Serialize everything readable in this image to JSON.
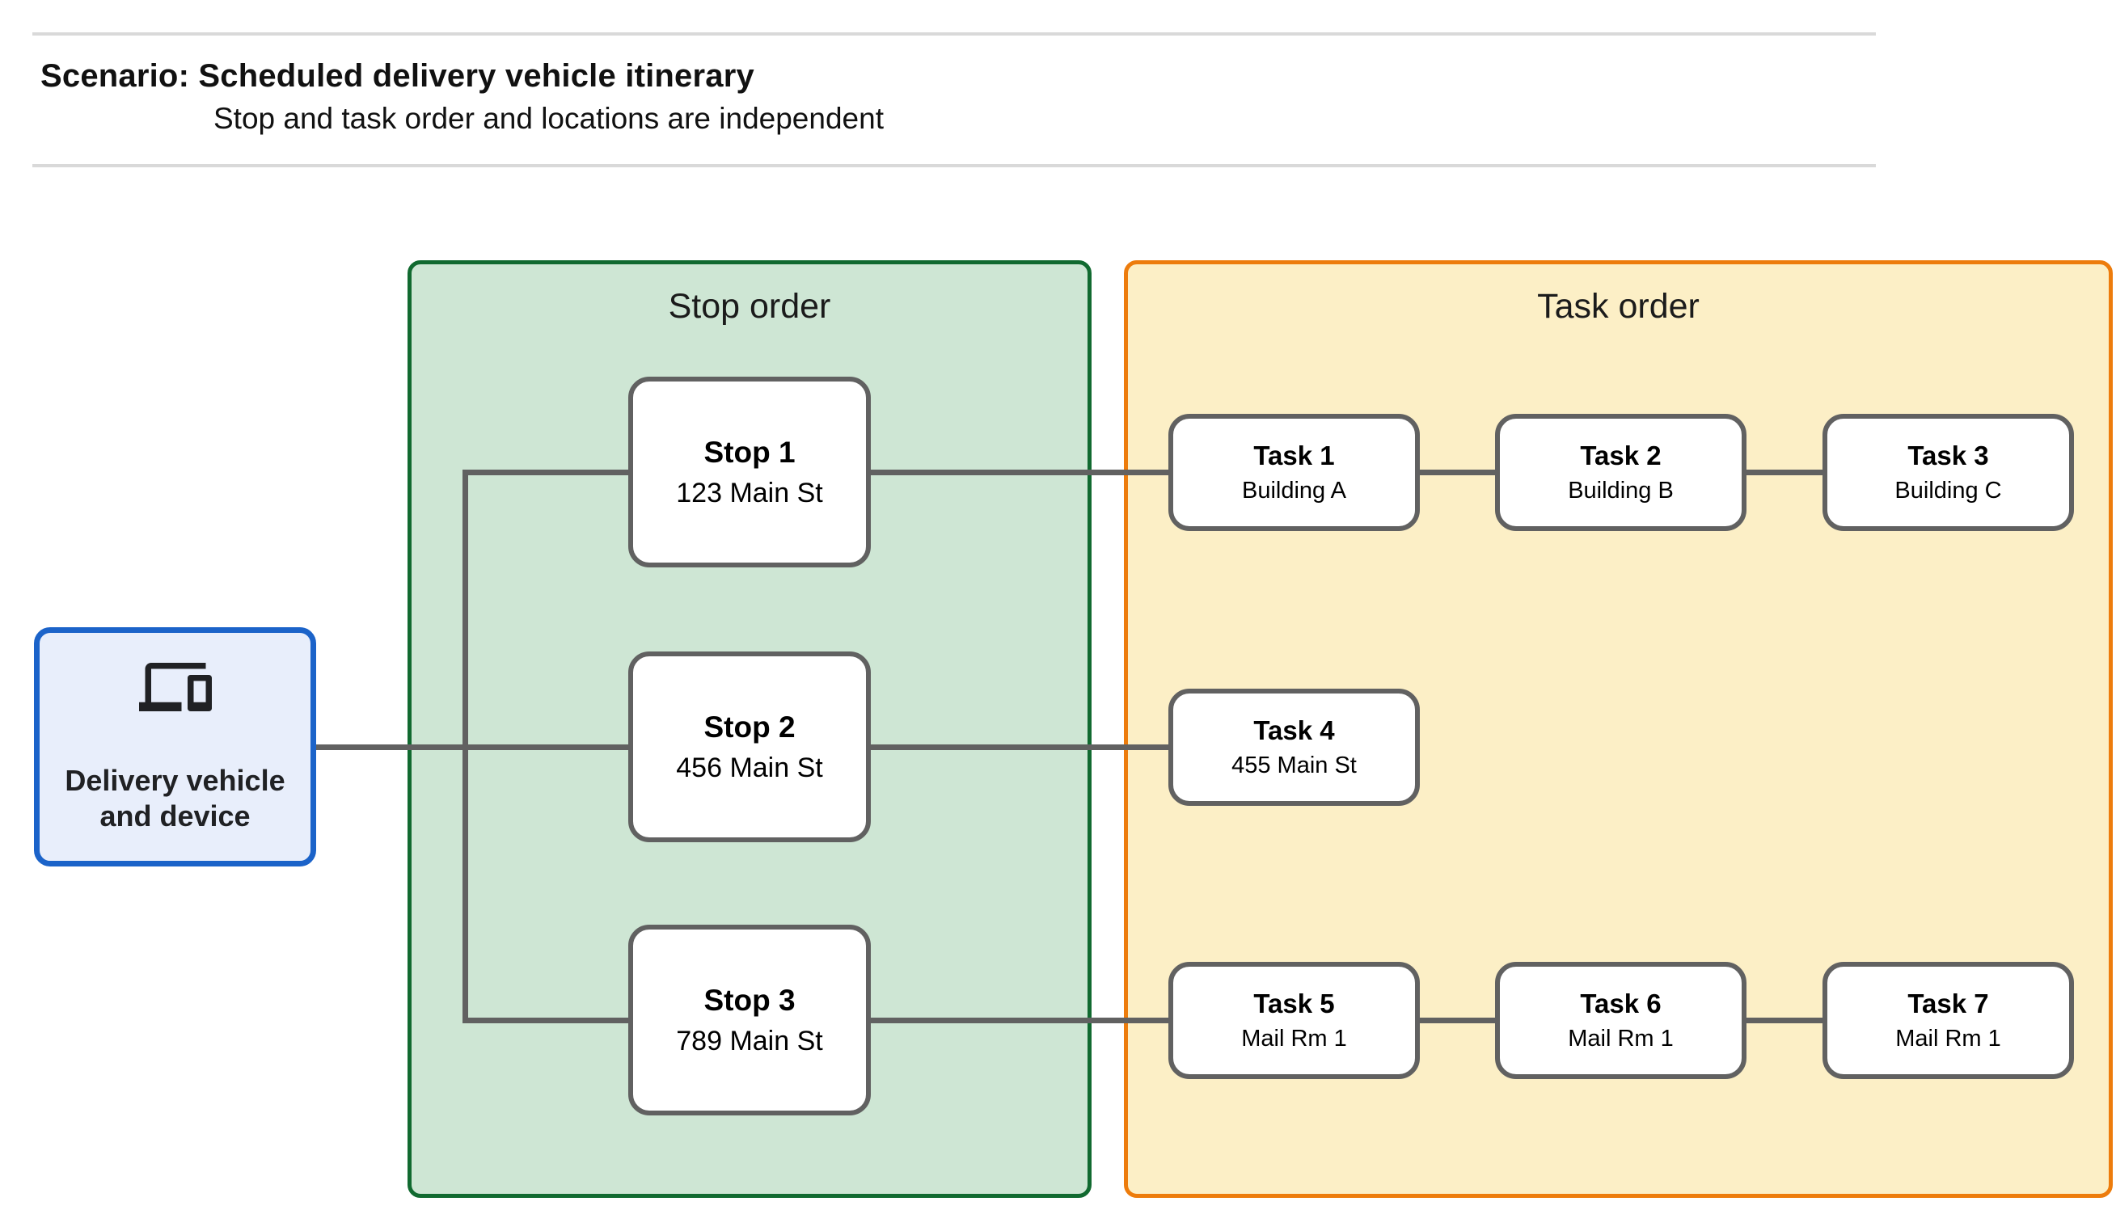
{
  "header": {
    "title": "Scenario: Scheduled delivery vehicle itinerary",
    "subtitle": "Stop and task order and locations are independent"
  },
  "vehicle": {
    "label_line1": "Delivery vehicle",
    "label_line2": "and device",
    "icon": "devices-icon"
  },
  "stop_panel": {
    "title": "Stop order",
    "stops": [
      {
        "title": "Stop 1",
        "subtitle": "123 Main St"
      },
      {
        "title": "Stop 2",
        "subtitle": "456 Main St"
      },
      {
        "title": "Stop 3",
        "subtitle": "789 Main St"
      }
    ]
  },
  "task_panel": {
    "title": "Task order",
    "tasks": [
      {
        "title": "Task 1",
        "subtitle": "Building A"
      },
      {
        "title": "Task 2",
        "subtitle": "Building B"
      },
      {
        "title": "Task 3",
        "subtitle": "Building C"
      },
      {
        "title": "Task 4",
        "subtitle": "455 Main St"
      },
      {
        "title": "Task 5",
        "subtitle": "Mail Rm 1"
      },
      {
        "title": "Task 6",
        "subtitle": "Mail Rm 1"
      },
      {
        "title": "Task 7",
        "subtitle": "Mail Rm 1"
      }
    ]
  },
  "colors": {
    "stop-panel-fill": "#cee6d4",
    "stop-panel-border": "#116a30",
    "task-panel-fill": "#fcefc6",
    "task-panel-border": "#ed7c0c",
    "vehicle-fill": "#e8eefb",
    "vehicle-border": "#1b63c9",
    "connector": "#616161",
    "node-border": "#616161",
    "rule": "#d9d9d9"
  }
}
